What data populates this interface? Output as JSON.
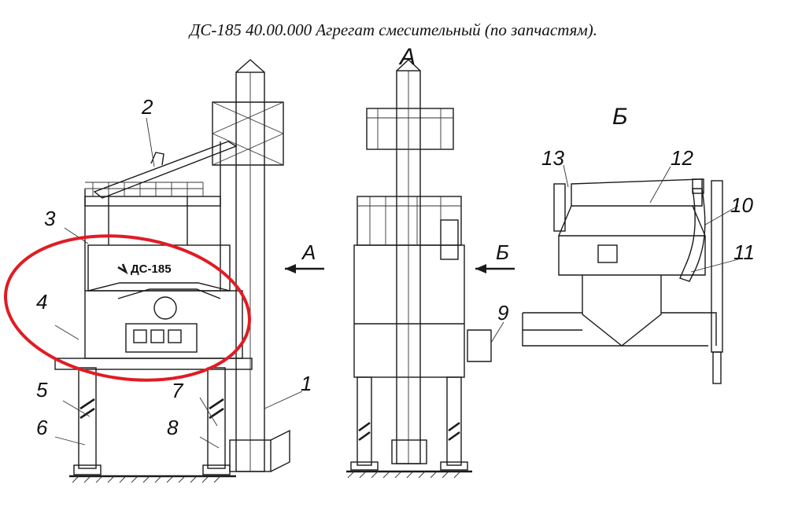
{
  "title": "ДС-185 40.00.000  Агрегат смесительный (по запчастям).",
  "view_labels": {
    "a": "А",
    "b": "Б"
  },
  "arrow_labels": {
    "a": "А",
    "b": "Б"
  },
  "plate_text": "ДС-185",
  "callouts": [
    "1",
    "2",
    "3",
    "4",
    "5",
    "6",
    "7",
    "8",
    "9",
    "10",
    "11",
    "12",
    "13"
  ],
  "highlight_color": "#e01c24"
}
